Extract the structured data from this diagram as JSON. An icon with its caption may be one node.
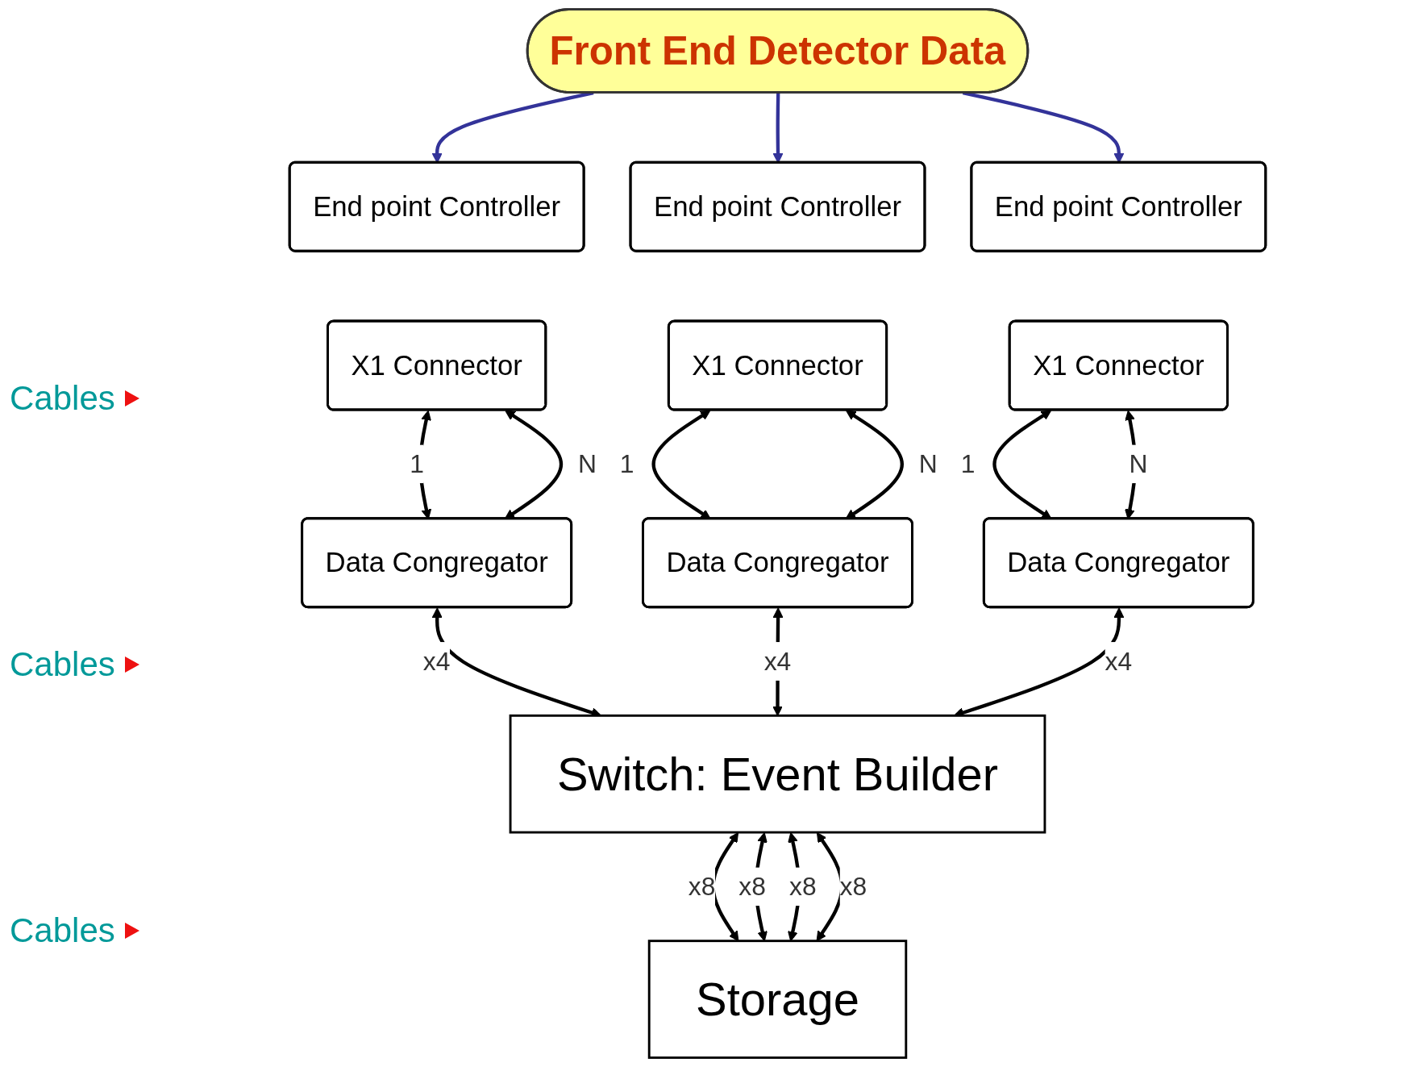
{
  "diagram": {
    "nodes": [
      {
        "text": [
          "Front End Detector Data"
        ]
      },
      {
        "text": [
          "End point Controller"
        ]
      },
      {
        "text": [
          "X1 Connector"
        ]
      },
      {
        "text": [
          "End point Controller"
        ]
      },
      {
        "text": [
          "X1 Connector"
        ]
      },
      {
        "text": [
          "End point Controller"
        ]
      },
      {
        "text": [
          "X1 Connector"
        ]
      },
      {
        "text": [
          "Data Congregator"
        ]
      },
      {
        "text": [
          "Data Congregator"
        ]
      },
      {
        "text": [
          "Data Congregator"
        ]
      },
      {
        "text": [
          "Switch: Event Builder"
        ]
      },
      {
        "text": [
          "Storage"
        ]
      }
    ],
    "edges": [
      {
        "from": 0,
        "to": 1,
        "arrow": "to",
        "color": "#333399"
      },
      {
        "from": 0,
        "to": 3,
        "arrow": "to",
        "color": "#333399"
      },
      {
        "from": 0,
        "to": 5,
        "arrow": "to",
        "color": "#333399"
      },
      {
        "from": 2,
        "to": 7,
        "arrow": "both",
        "label": "1"
      },
      {
        "from": 2,
        "to": 7,
        "arrow": "both",
        "label": "N"
      },
      {
        "from": 4,
        "to": 8,
        "arrow": "both",
        "label": "1"
      },
      {
        "from": 4,
        "to": 8,
        "arrow": "both",
        "label": "N"
      },
      {
        "from": 6,
        "to": 9,
        "arrow": "both",
        "label": "1"
      },
      {
        "from": 6,
        "to": 9,
        "arrow": "both",
        "label": "N"
      },
      {
        "from": 7,
        "to": 10,
        "arrow": "both",
        "label": "x4"
      },
      {
        "from": 8,
        "to": 10,
        "arrow": "both",
        "label": "x4"
      },
      {
        "from": 9,
        "to": 10,
        "arrow": "both",
        "label": "x4"
      },
      {
        "from": 10,
        "to": 11,
        "arrow": "both",
        "label": "x8"
      },
      {
        "from": 10,
        "to": 11,
        "arrow": "both",
        "label": "x8"
      },
      {
        "from": 10,
        "to": 11,
        "arrow": "both",
        "label": "x8"
      },
      {
        "from": 10,
        "to": 11,
        "arrow": "both",
        "label": "x8"
      }
    ],
    "labels": [
      "Cables",
      "Cables",
      "Cables"
    ]
  }
}
